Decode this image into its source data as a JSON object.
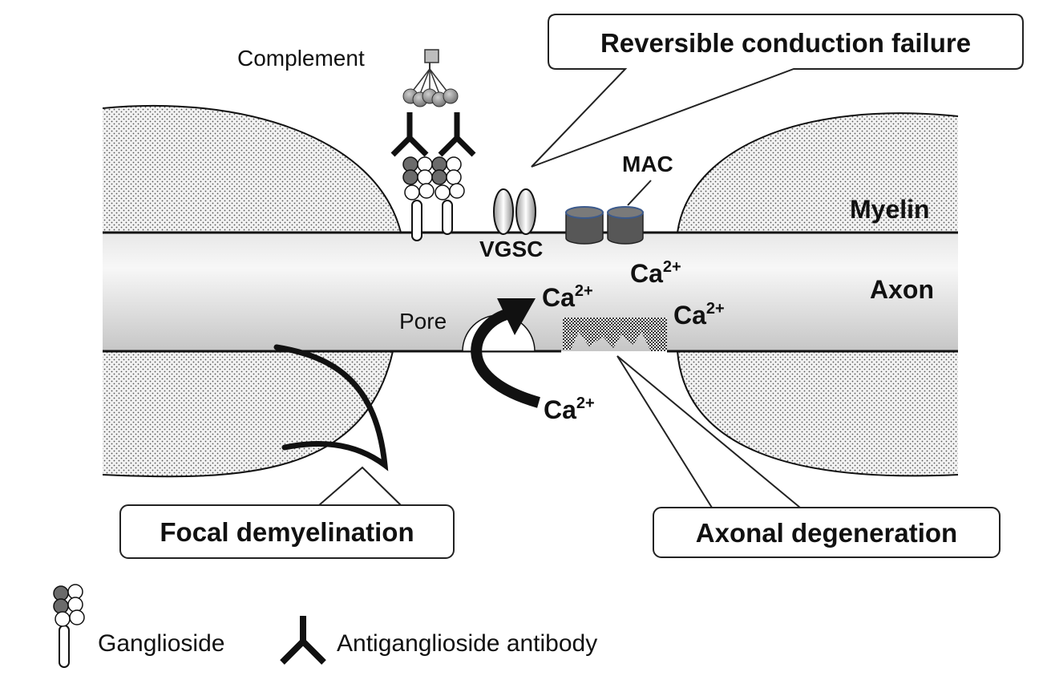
{
  "labels": {
    "complement": "Complement",
    "mac": "MAC",
    "myelin": "Myelin",
    "vgsc": "VGSC",
    "axon": "Axon",
    "pore": "Pore",
    "ca_ion": "Ca",
    "ca_charge": "2+"
  },
  "callouts": {
    "conduction_failure": "Reversible conduction  failure",
    "focal_demyelination": "Focal demyelination",
    "axonal_degeneration": "Axonal degeneration"
  },
  "legend": {
    "ganglioside": "Ganglioside",
    "antibody": "Antiganglioside antibody"
  },
  "colors": {
    "myelin_fill": "#eeeeee",
    "axon_gradient_light": "#f6f6f6",
    "axon_gradient_dark": "#c9c9c9",
    "mac_fill": "#555555",
    "ganglioside_dark": "#6b6b6b",
    "complement_gray": "#8f8f8f",
    "degeneration_fill": "#333333"
  }
}
